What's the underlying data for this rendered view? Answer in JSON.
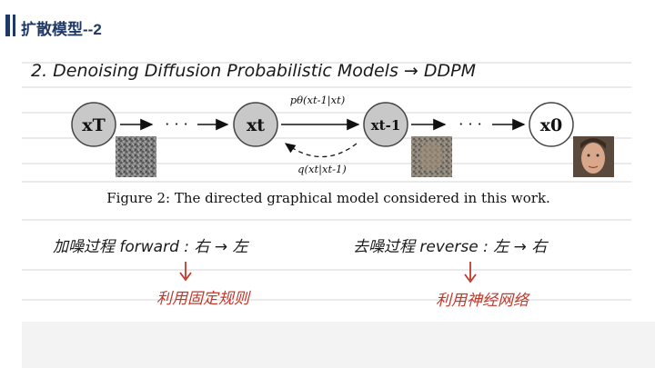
{
  "slide": {
    "title": "扩散模型--2"
  },
  "notes": {
    "heading": "2. Denoising Diffusion Probabilistic Models  →  DDPM",
    "forward_process": "加噪过程 forward : 右 → 左",
    "forward_note": "利用固定规则",
    "reverse_process": "去噪过程 reverse : 左 → 右",
    "reverse_note": "利用神经网络"
  },
  "figure": {
    "caption": "Figure 2: The directed graphical model considered in this work.",
    "nodes": {
      "xT": "xT",
      "xt": "xt",
      "xt_minus_1": "xt-1",
      "x0": "x0"
    },
    "dots": "· · ·",
    "forward_label": "pθ(xt-1|xt)",
    "reverse_label": "q(xt|xt-1)"
  },
  "colors": {
    "title": "#1f3864",
    "handwriting": "#1a1a1a",
    "annotation": "#c0392b",
    "node_fill": "#c8c8c8",
    "node_stroke": "#444444"
  }
}
